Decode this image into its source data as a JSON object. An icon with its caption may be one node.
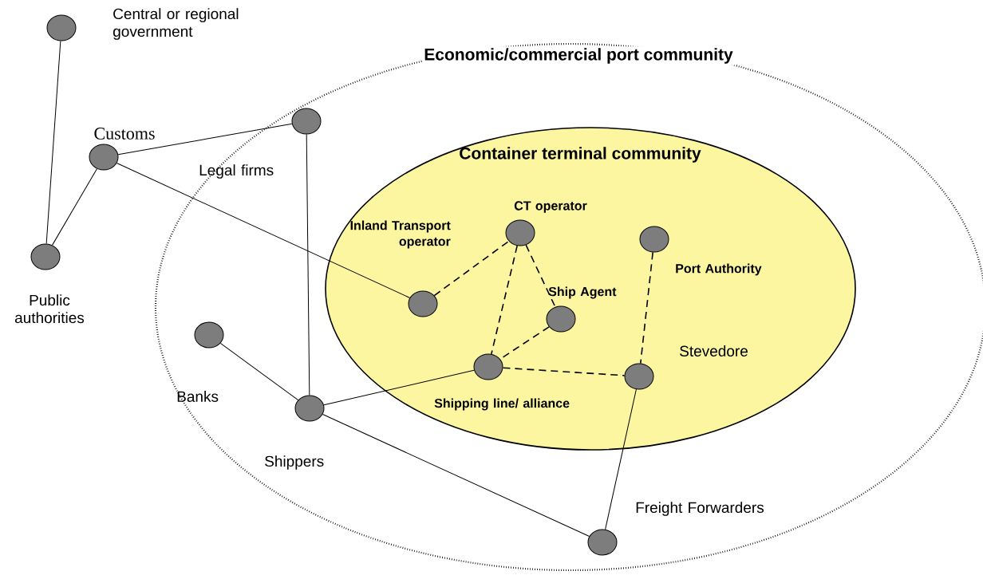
{
  "diagram": {
    "nodes": [
      {
        "text": [
          "Economic/commercial port community"
        ]
      },
      {
        "text": [
          "Container terminal community"
        ],
        "in": 0
      },
      {
        "text": [],
        "shape": "circle",
        "beside": [
          "Central or regional government"
        ]
      },
      {
        "text": [],
        "shape": "circle",
        "beside": [
          "Customs"
        ]
      },
      {
        "text": [],
        "shape": "circle",
        "beside": [
          "Legal firms"
        ],
        "in": 0
      },
      {
        "text": [],
        "shape": "circle",
        "beside": [
          "Public authorities"
        ]
      },
      {
        "text": [],
        "shape": "circle",
        "beside": [
          "CT operator"
        ],
        "in": 1
      },
      {
        "text": [],
        "shape": "circle",
        "beside": [
          "Port Authority"
        ],
        "in": 1
      },
      {
        "text": [],
        "shape": "circle",
        "beside": [
          "Inland Transport operator"
        ],
        "in": 1
      },
      {
        "text": [],
        "shape": "circle",
        "beside": [
          "Ship Agent"
        ],
        "in": 1
      },
      {
        "text": [],
        "shape": "circle",
        "beside": [
          "Banks"
        ],
        "in": 0
      },
      {
        "text": [],
        "shape": "circle",
        "beside": [
          "Shipping line/ alliance"
        ],
        "in": 1
      },
      {
        "text": [],
        "shape": "circle",
        "beside": [
          "Stevedore"
        ],
        "in": 1
      },
      {
        "text": [],
        "shape": "circle",
        "beside": [
          "Shippers"
        ],
        "in": 0
      },
      {
        "text": [],
        "shape": "circle",
        "beside": [
          "Freight Forwarders"
        ],
        "in": 0
      }
    ],
    "edges": [
      {
        "from": 2,
        "to": 5,
        "arrow": "none"
      },
      {
        "from": 3,
        "to": 5,
        "arrow": "none"
      },
      {
        "from": 3,
        "to": 4,
        "arrow": "none"
      },
      {
        "from": 3,
        "to": 8,
        "arrow": "none"
      },
      {
        "from": 4,
        "to": 13,
        "arrow": "none"
      },
      {
        "from": 10,
        "to": 13,
        "arrow": "none"
      },
      {
        "from": 13,
        "to": 11,
        "arrow": "none"
      },
      {
        "from": 13,
        "to": 14,
        "arrow": "none"
      },
      {
        "from": 14,
        "to": 12,
        "arrow": "none"
      },
      {
        "from": 8,
        "to": 6,
        "arrow": "none",
        "style": "dashed"
      },
      {
        "from": 6,
        "to": 11,
        "arrow": "none",
        "style": "dashed"
      },
      {
        "from": 6,
        "to": 9,
        "arrow": "none",
        "style": "dashed"
      },
      {
        "from": 9,
        "to": 11,
        "arrow": "none",
        "style": "dashed"
      },
      {
        "from": 11,
        "to": 12,
        "arrow": "none",
        "style": "dashed"
      },
      {
        "from": 7,
        "to": 12,
        "arrow": "none",
        "style": "dashed"
      }
    ]
  }
}
